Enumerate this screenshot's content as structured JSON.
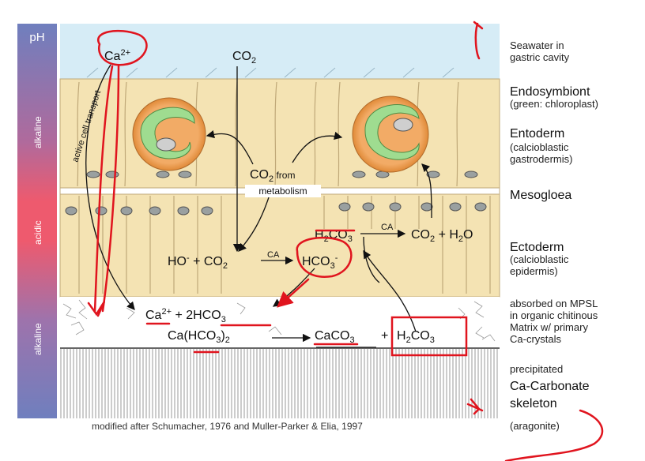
{
  "ph_column": {
    "title": "pH",
    "zones": [
      "alkaline",
      "acidic",
      "alkaline"
    ]
  },
  "seawater": {
    "ca_ion": "Ca",
    "ca_charge": "2+",
    "co2_top": "CO",
    "co2_sub": "2",
    "transport_label": "active cell transport"
  },
  "center": {
    "co2_from_main": "CO",
    "co2_from_sub": "2",
    "co2_from_rest": " from",
    "metabolism": "metabolism"
  },
  "ectoderm_eq": {
    "hco3_left": "HO",
    "hco3_minus": "-",
    "plus_co2": " + CO",
    "co2_sub": "2",
    "ca_label": "CA",
    "hco3_right": "HCO",
    "hco3_sub": "3",
    "hco3_charge": "-",
    "h2co3": "H",
    "h2co3_sub": "2",
    "h2co3_rest": "CO",
    "h2co3_sub2": "3",
    "ca_label2": "CA",
    "co2_h2o": "CO",
    "co2_h2o_sub": "2",
    "co2_h2o_rest": " + H",
    "co2_h2o_sub2": "2",
    "co2_h2o_end": "O"
  },
  "matrix_eq": {
    "ca": "Ca",
    "ca_charge": "2+",
    "plus_2hco3": "  +  2HCO",
    "hco3_sub": "3",
    "cahco3": "Ca(HCO",
    "cahco3_sub": "3",
    "cahco3_close": ")",
    "cahco3_sub2": "2",
    "caco3": "CaCO",
    "caco3_sub": "3",
    "plus": "+",
    "h2co3": "H",
    "h2co3_sub": "2",
    "h2co3_rest": "CO",
    "h2co3_sub2": "3"
  },
  "right_labels": {
    "seawater_1": "Seawater in",
    "seawater_2": "gastric cavity",
    "endo_title": "Endosymbiont",
    "endo_sub": "(green: chloroplast)",
    "entoderm_title": "Entoderm",
    "entoderm_sub1": "(calcioblastic",
    "entoderm_sub2": "gastrodermis)",
    "mesogloea": "Mesogloea",
    "ectoderm_title": "Ectoderm",
    "ectoderm_sub1": "(calcioblastic",
    "ectoderm_sub2": "epidermis)",
    "absorbed_1": "absorbed on MPSL",
    "absorbed_2": "in organic chitinous",
    "absorbed_3": "Matrix w/ primary",
    "absorbed_4": "Ca-crystals",
    "precip_1": "precipitated",
    "precip_2": "Ca-Carbonate",
    "precip_3": "skeleton",
    "precip_4": "(aragonite)"
  },
  "caption": "modified after Schumacher, 1976 and Muller-Parker & Elia, 1997",
  "colors": {
    "seawater": "#d6ecf6",
    "cell_fill": "#f4e3b3",
    "cell_stroke": "#bfa878",
    "symbiont_orange": "#f0a25a",
    "chloroplast_green": "#9fdc90",
    "annotation_red": "#e0141e",
    "ph_alkaline": "#6f7fbe",
    "ph_acidic": "#ee5a6e"
  }
}
